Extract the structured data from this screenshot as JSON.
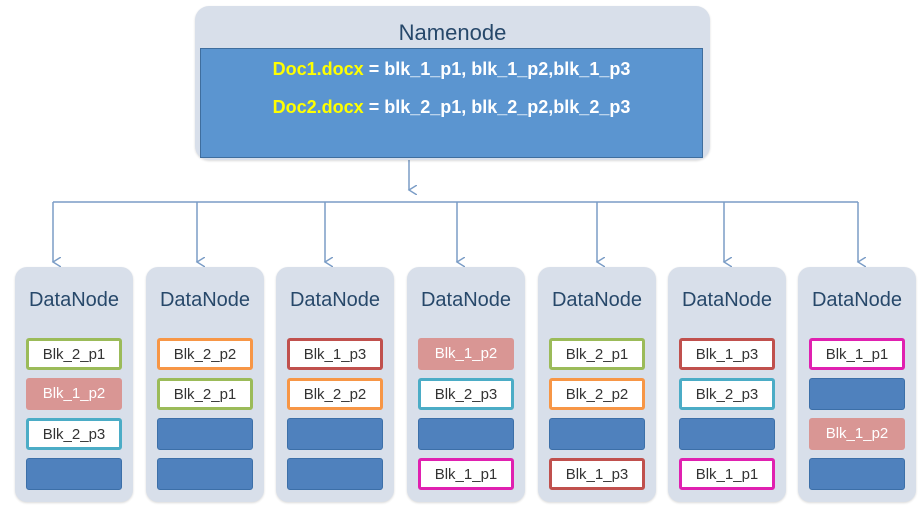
{
  "namenode": {
    "title": "Namenode",
    "mappings": [
      {
        "doc": "Doc1.docx",
        "eq": " = ",
        "blocks": "blk_1_p1, blk_1_p2,blk_1_p3"
      },
      {
        "doc": "Doc2.docx",
        "eq": " = ",
        "blocks": "blk_2_p1, blk_2_p2,blk_2_p3"
      }
    ]
  },
  "datanodes": [
    {
      "title": "DataNode",
      "blocks": [
        {
          "label": "Blk_2_p1",
          "style": "outline-green"
        },
        {
          "label": "Blk_1_p2",
          "style": "filled-red"
        },
        {
          "label": "Blk_2_p3",
          "style": "outline-teal"
        },
        {
          "label": "",
          "style": "empty"
        }
      ]
    },
    {
      "title": "DataNode",
      "blocks": [
        {
          "label": "Blk_2_p2",
          "style": "outline-orange"
        },
        {
          "label": "Blk_2_p1",
          "style": "outline-green"
        },
        {
          "label": "",
          "style": "empty"
        },
        {
          "label": "",
          "style": "empty"
        }
      ]
    },
    {
      "title": "DataNode",
      "blocks": [
        {
          "label": "Blk_1_p3",
          "style": "outline-darkred"
        },
        {
          "label": "Blk_2_p2",
          "style": "outline-orange"
        },
        {
          "label": "",
          "style": "empty"
        },
        {
          "label": "",
          "style": "empty"
        }
      ]
    },
    {
      "title": "DataNode",
      "blocks": [
        {
          "label": "Blk_1_p2",
          "style": "filled-red"
        },
        {
          "label": "Blk_2_p3",
          "style": "outline-teal"
        },
        {
          "label": "",
          "style": "empty"
        },
        {
          "label": "Blk_1_p1",
          "style": "outline-magenta"
        }
      ]
    },
    {
      "title": "DataNode",
      "blocks": [
        {
          "label": "Blk_2_p1",
          "style": "outline-green"
        },
        {
          "label": "Blk_2_p2",
          "style": "outline-orange"
        },
        {
          "label": "",
          "style": "empty"
        },
        {
          "label": "Blk_1_p3",
          "style": "outline-darkred"
        }
      ]
    },
    {
      "title": "DataNode",
      "blocks": [
        {
          "label": "Blk_1_p3",
          "style": "outline-darkred"
        },
        {
          "label": "Blk_2_p3",
          "style": "outline-teal"
        },
        {
          "label": "",
          "style": "empty"
        },
        {
          "label": "Blk_1_p1",
          "style": "outline-magenta"
        }
      ]
    },
    {
      "title": "DataNode",
      "blocks": [
        {
          "label": "Blk_1_p1",
          "style": "outline-magenta"
        },
        {
          "label": "",
          "style": "empty"
        },
        {
          "label": "Blk_1_p2",
          "style": "filled-red"
        },
        {
          "label": "",
          "style": "empty"
        }
      ]
    }
  ],
  "colors": {
    "doc_name": "#ffff00",
    "connector": "#7a9cc6",
    "empty_block": "#4f81bd",
    "replica_red": "#d99694",
    "green": "#9bbb59",
    "orange": "#f79646",
    "dark_red": "#c0504d",
    "teal": "#4bacc6",
    "magenta": "#e020b0"
  }
}
